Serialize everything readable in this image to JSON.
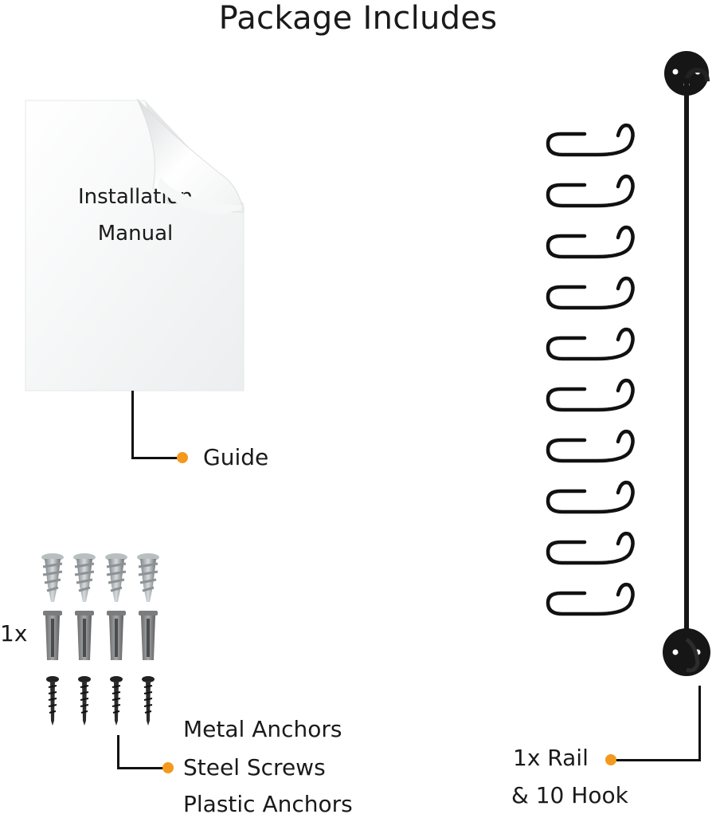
{
  "title": "Package Includes",
  "manual": {
    "line1": "Installation",
    "line2": "Manual"
  },
  "guide": {
    "label": "Guide"
  },
  "hardware": {
    "quantity": "1x",
    "labels": [
      "Metal Anchors",
      "Steel Screws",
      "Plastic Anchors"
    ]
  },
  "rail": {
    "line1": "1x Rail",
    "line2": "& 10 Hook",
    "hook_count": 10
  },
  "colors": {
    "accent_dot": "#f39a1e",
    "metal": "#111111"
  }
}
